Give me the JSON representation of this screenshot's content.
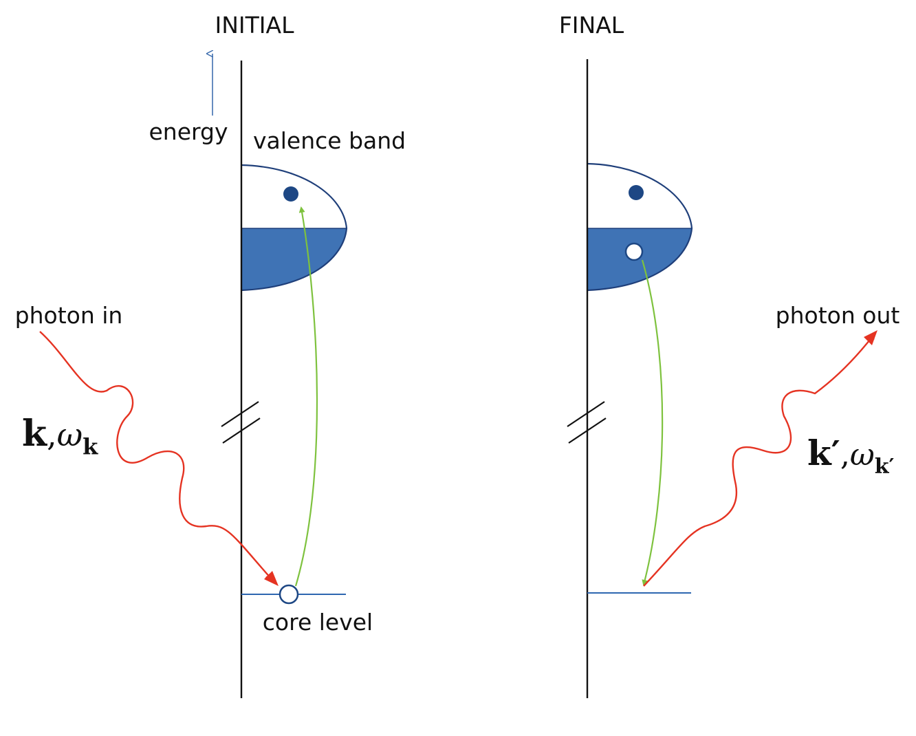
{
  "initial": {
    "title": "INITIAL",
    "energy_label": "energy",
    "valence_label": "valence band",
    "core_label": "core level",
    "photon_label": "photon in",
    "wave_k": "k",
    "wave_sep": ",",
    "wave_omega": "ω",
    "wave_sub": "k"
  },
  "final": {
    "title": "FINAL",
    "photon_label": "photon out",
    "wave_k": "k′",
    "wave_sep": ",",
    "wave_omega": "ω",
    "wave_sub": "k′"
  },
  "colors": {
    "axis": "#111111",
    "band_fill": "#3f73b5",
    "band_stroke": "#1f3f7a",
    "electron": "#1d4784",
    "core_line": "#2d66b0",
    "photon": "#e53322",
    "transition": "#7ec23e",
    "energy_arrow": "#3366aa"
  }
}
